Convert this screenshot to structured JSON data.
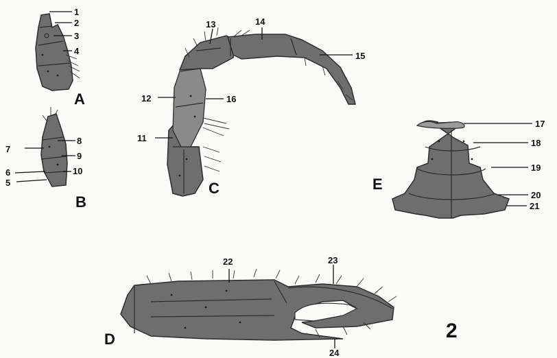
{
  "panels": [
    "A",
    "B",
    "C",
    "D",
    "E"
  ],
  "figure_number": "2",
  "labels": {
    "A": [
      "1",
      "2",
      "3",
      "4"
    ],
    "B": [
      "5",
      "6",
      "7",
      "8",
      "9",
      "10"
    ],
    "C": [
      "11",
      "12",
      "13",
      "14",
      "15",
      "16"
    ],
    "E": [
      "17",
      "18",
      "19",
      "20",
      "21"
    ],
    "D": [
      "22",
      "23",
      "24"
    ]
  }
}
